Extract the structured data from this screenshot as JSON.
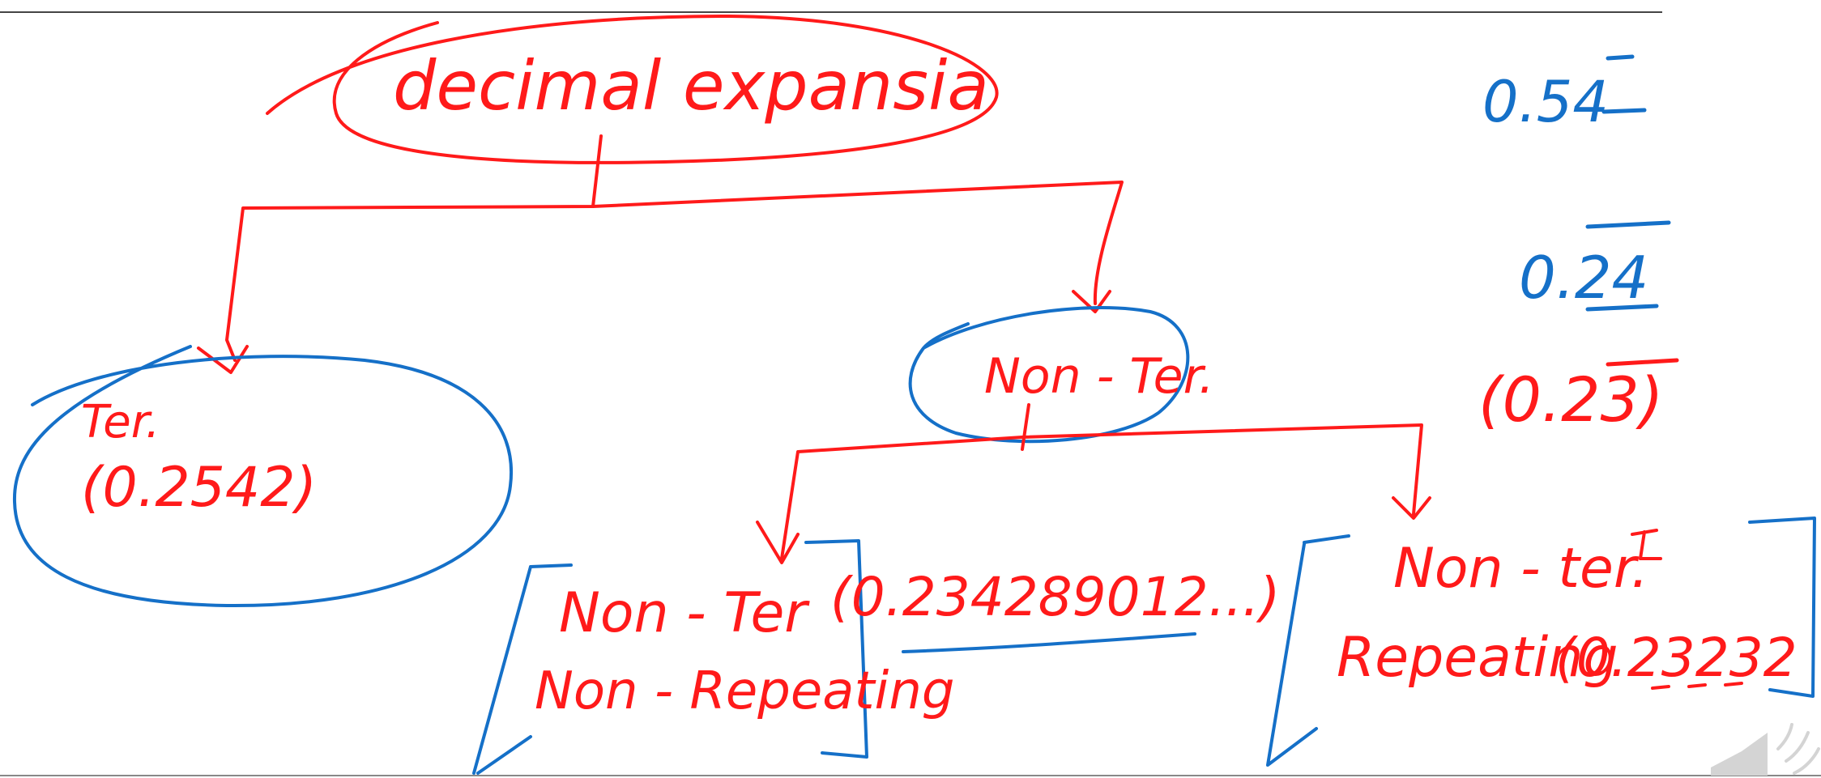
{
  "diagram": {
    "root": {
      "label": "decimal expansia"
    },
    "terminating": {
      "label": "Ter.",
      "example": "(0.2542)"
    },
    "non_terminating": {
      "label": "Non - Ter."
    },
    "non_ter_non_repeating": {
      "line1": "Non - Ter",
      "line2": "Non - Repeating",
      "example": "(0.234289012...)"
    },
    "non_ter_repeating": {
      "line1": "Non - ter.",
      "line2": "Repeating",
      "example": "(0.23232"
    },
    "side_examples": [
      {
        "text": "0.54"
      },
      {
        "text": "0.24"
      },
      {
        "text": "(0.23)"
      }
    ]
  },
  "colors": {
    "red_ink": "#ff1a1a",
    "blue_ink": "#1570c8",
    "rule_line": "#444444"
  },
  "icons": {
    "speaker": "speaker-icon"
  }
}
